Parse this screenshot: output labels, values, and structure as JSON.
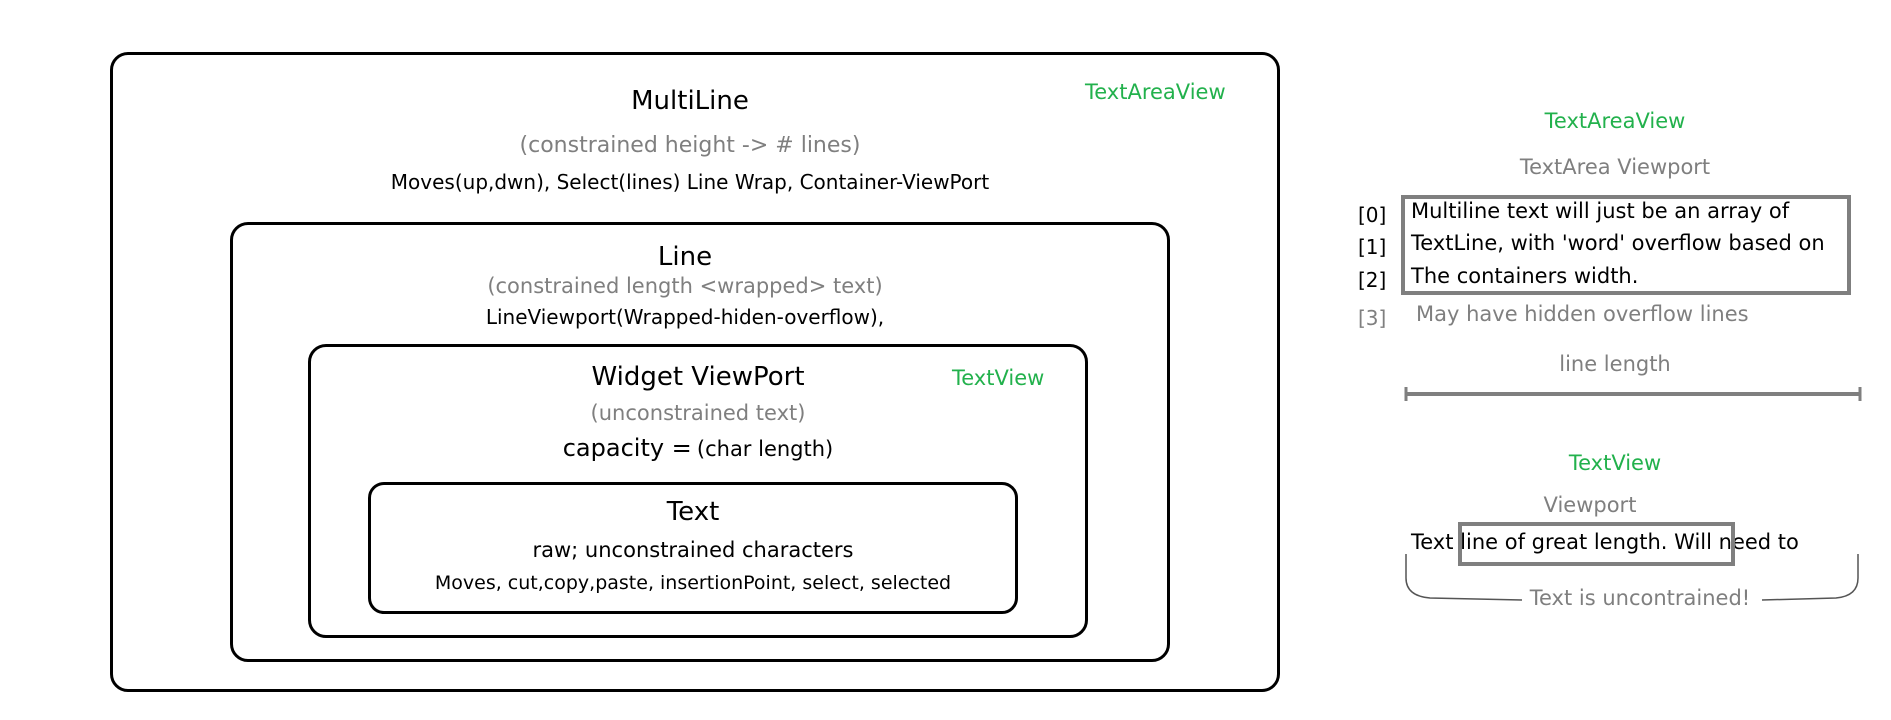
{
  "colors": {
    "green": "#22b14c",
    "grey": "#7f7f7f",
    "black": "#000000"
  },
  "diagram": {
    "multiline": {
      "title": "MultiLine",
      "corner_label": "TextAreaView",
      "subtitle": "(constrained height  -> # lines)",
      "description": "Moves(up,dwn), Select(lines)   Line Wrap, Container-ViewPort"
    },
    "line": {
      "title": "Line",
      "subtitle": "(constrained length <wrapped> text)",
      "description": "LineViewport(Wrapped-hiden-overflow),"
    },
    "widget": {
      "title": "Widget ViewPort",
      "corner_label": "TextView",
      "subtitle": "(unconstrained text)",
      "capacity_prefix": "capacity =",
      "capacity_suffix": "(char length)"
    },
    "text": {
      "title": "Text",
      "subtitle": "raw; unconstrained characters",
      "description": "Moves, cut,copy,paste, insertionPoint, select, selected"
    }
  },
  "side_textarea": {
    "title": "TextAreaView",
    "viewport_label": "TextArea Viewport",
    "indices": [
      "[0]",
      "[1]",
      "[2]",
      "[3]"
    ],
    "lines": [
      "Multiline text will just be an array of",
      "TextLine, with 'word' overflow based on",
      "The containers width."
    ],
    "hidden_line": "May have hidden overflow lines",
    "line_length_label": "line length"
  },
  "side_textview": {
    "title": "TextView",
    "viewport_label": "Viewport",
    "text_before": "Text ",
    "text_visible": "line of great length.  Will",
    "text_after": " need to",
    "brace_label": "Text is uncontrained!"
  }
}
